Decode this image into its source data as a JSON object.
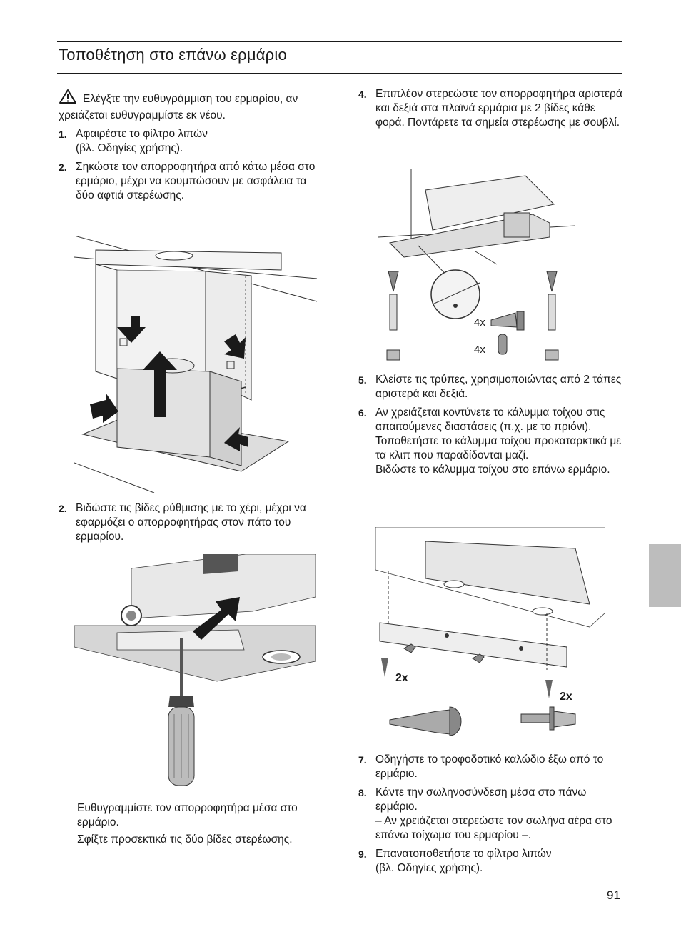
{
  "page": {
    "title": "Τοποθέτηση στο επάνω ερμάριο",
    "page_number": "91"
  },
  "left": {
    "warning": "Ελέγξτε την ευθυγράμμιση του ερμαρίου, αν χρειάζεται ευθυγραμμίστε εκ νέου.",
    "steps": [
      {
        "num": "1.",
        "text": "Αφαιρέστε το φίλτρο λιπών\n(βλ. Οδηγίες χρήσης)."
      },
      {
        "num": "2.",
        "text": "Σηκώστε τον απορροφητήρα από κάτω μέσα στο ερμάριο, μέχρι να κουμπώσουν με ασφάλεια τα δύο αφτιά στερέωσης."
      },
      {
        "num": "2.",
        "text": "Βιδώστε τις βίδες ρύθμισης με το χέρι, μέχρι να εφαρμόζει ο απορροφητήρας στον πάτο του ερμαρίου."
      }
    ],
    "note_1": "Ευθυγραμμίστε τον απορροφητήρα μέσα στο ερμάριο.",
    "note_2": " Σφίξτε προσεκτικά τις δύο βίδες στερέωσης."
  },
  "right": {
    "steps": [
      {
        "num": "4.",
        "text": "Επιπλέον στερεώστε τον απορροφητήρα αριστερά και δεξιά στα πλαϊνά ερμάρια με 2 βίδες κάθε φορά. Ποντάρετε τα σημεία στερέωσης με σουβλί."
      },
      {
        "num": "5.",
        "text": "Κλείστε τις τρύπες, χρησιμοποιώντας από 2 τάπες αριστερά και δεξιά."
      },
      {
        "num": "6.",
        "text": "Αν χρειάζεται κοντύνετε το κάλυμμα τοίχου στις απαιτούμενες διαστάσεις (π.χ. με το πριόνι).\nΤοποθετήστε το κάλυμμα τοίχου προκαταρκτικά με τα κλιπ που παραδίδονται μαζί.\nΒιδώστε το κάλυμμα τοίχου στο επάνω ερμάριο."
      },
      {
        "num": "7.",
        "text": "Οδηγήστε το τροφοδοτικό καλώδιο έξω από το ερμάριο."
      },
      {
        "num": "8.",
        "text": "Κάντε την σωληνοσύνδεση μέσα στο πάνω ερμάριο.\n– Αν χρειάζεται στερεώστε τον σωλήνα αέρα στο επάνω τοίχωμα του ερμαρίου –."
      },
      {
        "num": "9.",
        "text": "Επανατοποθετήστε το φίλτρο λιπών\n(βλ. Οδηγίες χρήσης)."
      }
    ],
    "fig_c_labels": {
      "screws": "4x",
      "plugs": "4x"
    },
    "fig_d_labels": {
      "left": "2x",
      "right": "2x"
    }
  },
  "colors": {
    "text": "#1a1a1a",
    "side_tab": "#bdbdbd",
    "panel": "#e4e4e4"
  }
}
